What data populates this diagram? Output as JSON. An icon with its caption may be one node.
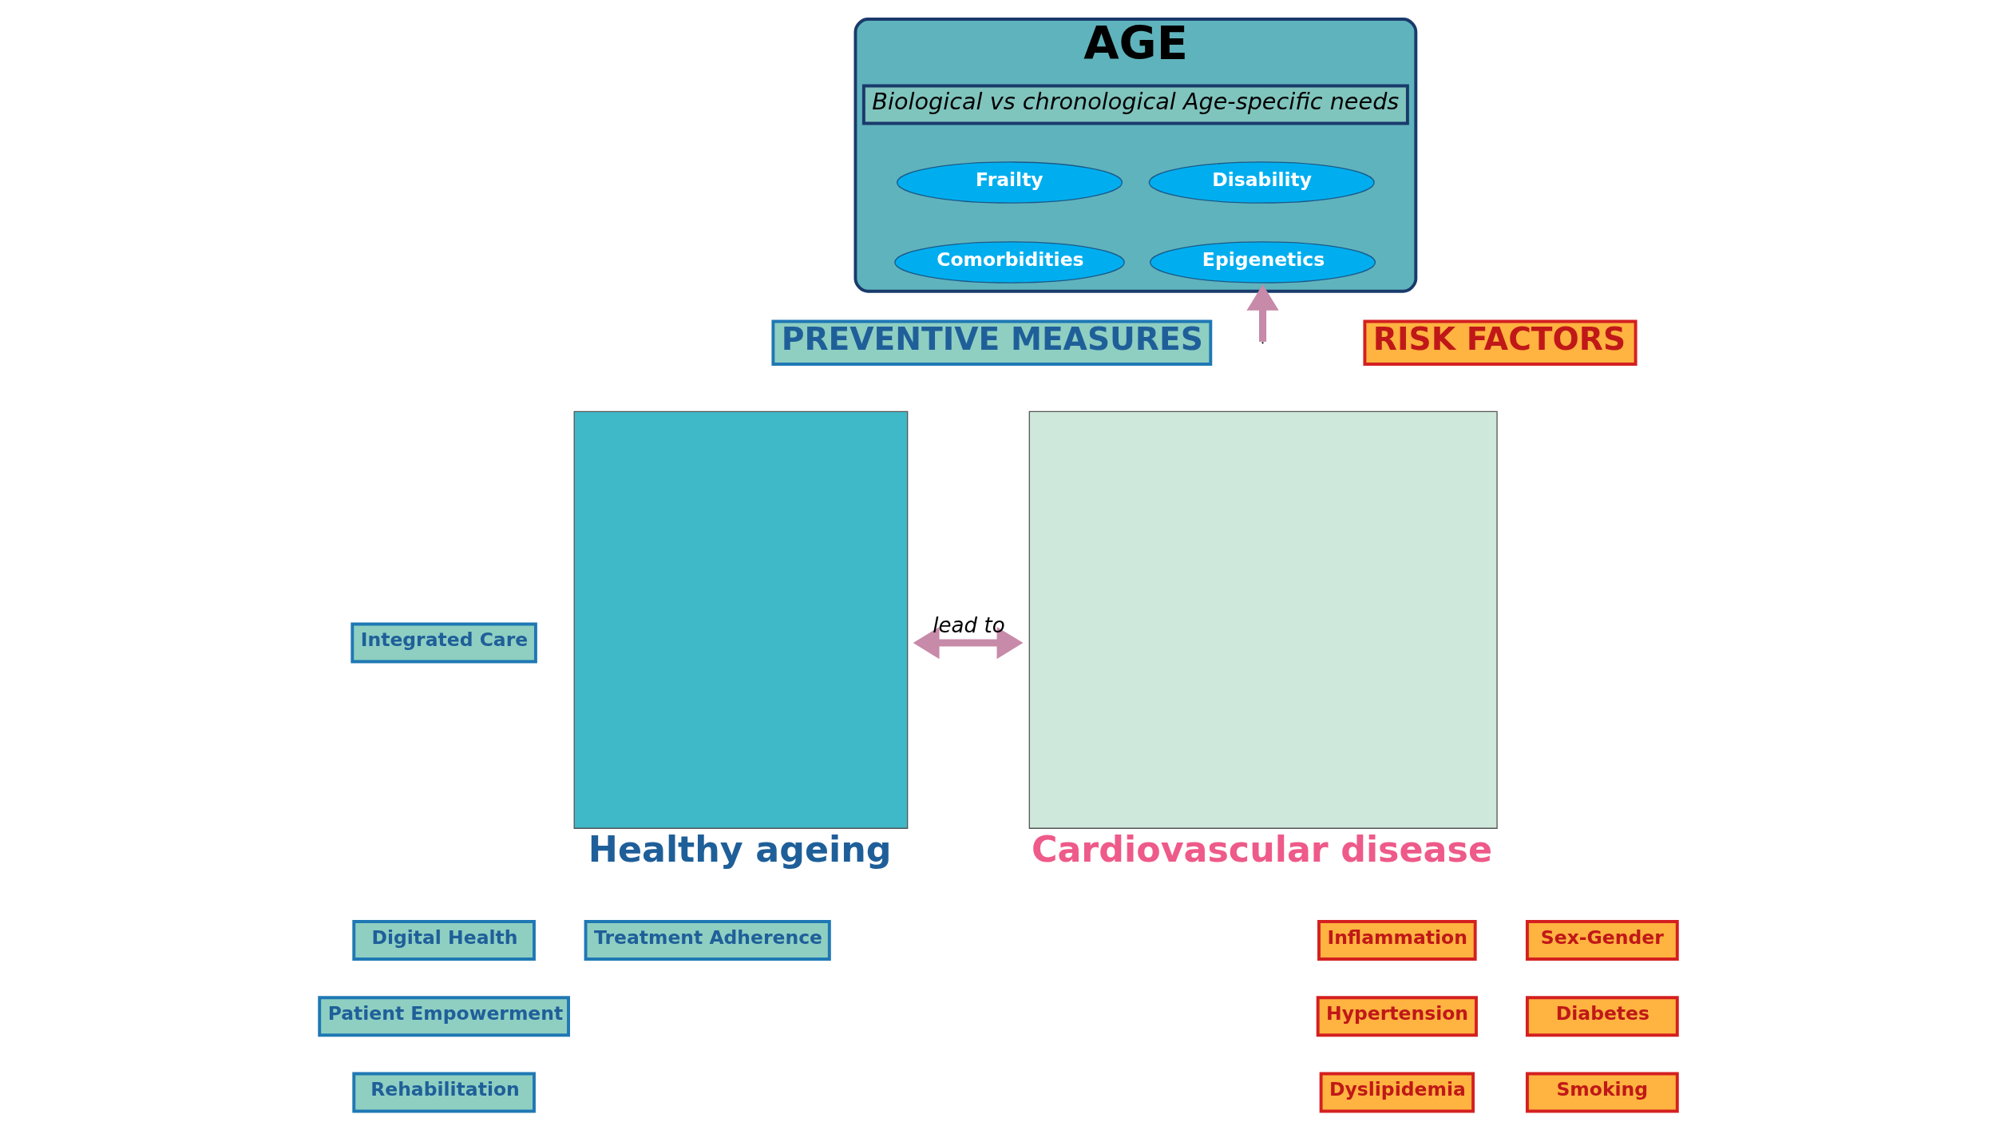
{
  "diagram": {
    "nodes": [
      {
        "text": [
          "AGE"
        ]
      },
      {
        "text": [
          "Biological vs chronological Age-specific needs"
        ],
        "in": 0
      },
      {
        "text": [
          "Frailty"
        ],
        "in": 0
      },
      {
        "text": [
          "Disability"
        ],
        "in": 0
      },
      {
        "text": [
          "Comorbidities"
        ],
        "in": 0
      },
      {
        "text": [
          "Epigenetics"
        ],
        "in": 0
      },
      {
        "text": [
          "Healthy ageing"
        ]
      },
      {
        "text": [
          "Cardiovascular disease"
        ]
      },
      {
        "text": [
          "PREVENTIVE MEASURES"
        ]
      },
      {
        "text": [
          "Integrated Care"
        ]
      },
      {
        "text": [
          "Digital Health"
        ]
      },
      {
        "text": [
          "Patient Empowerment"
        ]
      },
      {
        "text": [
          "Treatment Adherence"
        ]
      },
      {
        "text": [
          "Rehabilitation"
        ]
      },
      {
        "text": [
          "RISK FACTORS"
        ]
      },
      {
        "text": [
          "Sex-Gender"
        ]
      },
      {
        "text": [
          "Inflammation"
        ]
      },
      {
        "text": [
          "Diabetes"
        ]
      },
      {
        "text": [
          "Hypertension"
        ]
      },
      {
        "text": [
          "Smoking"
        ]
      },
      {
        "text": [
          "Dyslipidemia"
        ]
      }
    ],
    "edges": [
      {
        "from": 6,
        "to": 7,
        "arrow": "both",
        "label": "lead to"
      },
      {
        "from": null,
        "to": 0,
        "arrow": "to"
      }
    ]
  }
}
